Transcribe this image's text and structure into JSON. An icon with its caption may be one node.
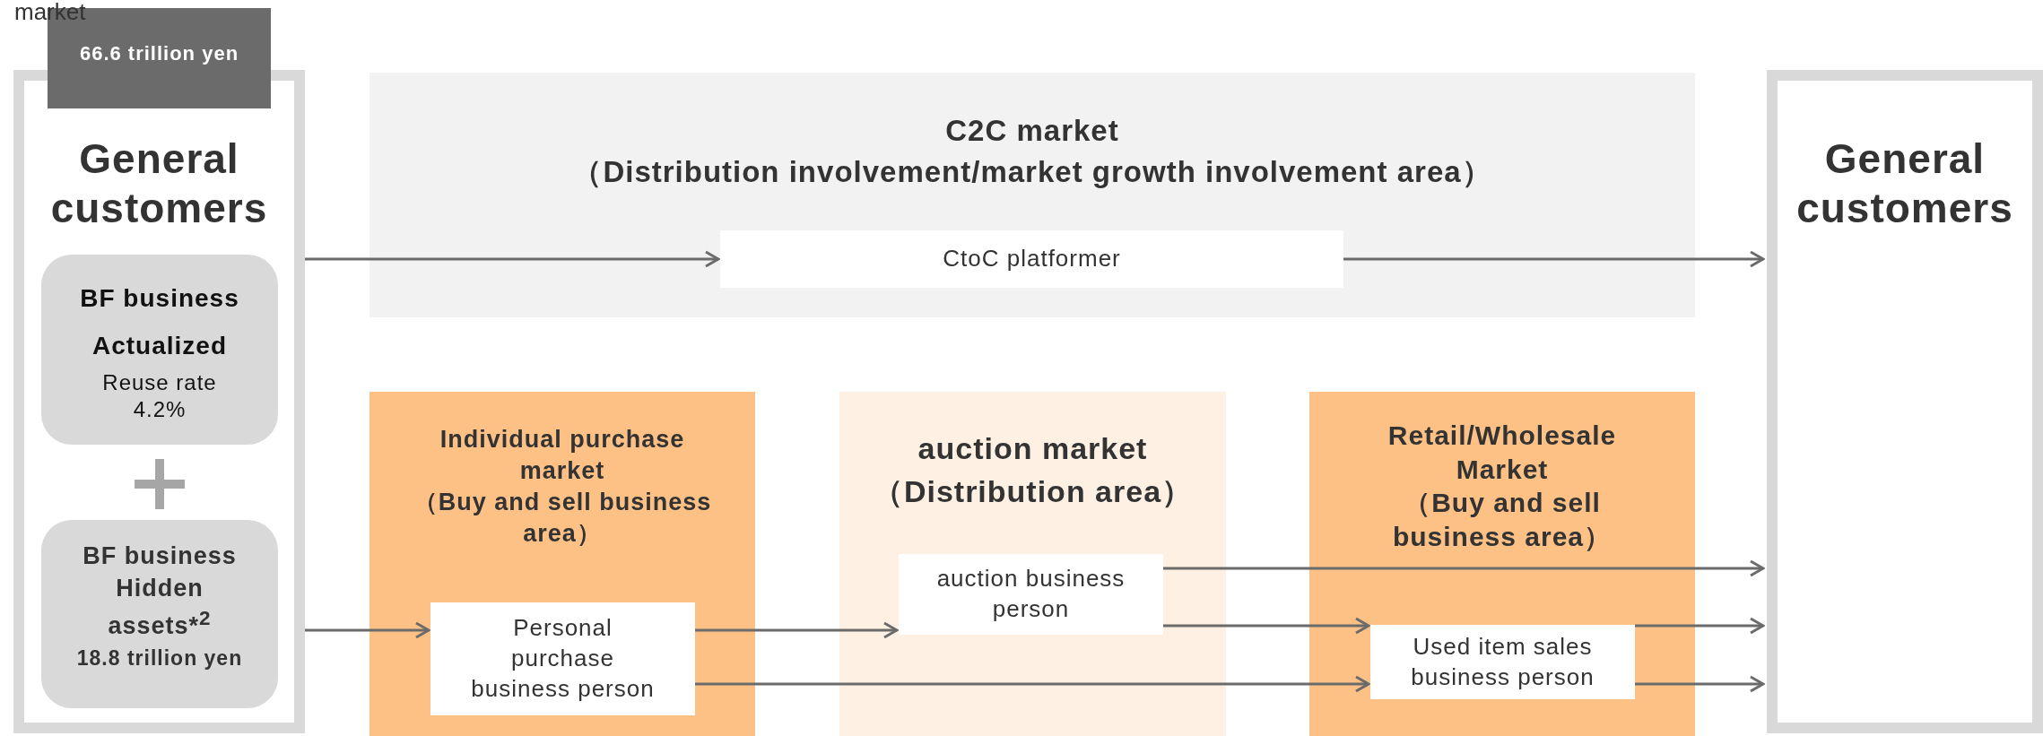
{
  "diagram": {
    "nodes": [
      {
        "text": [
          "66.6 trillion yen"
        ]
      },
      {
        "text": [
          "General customers"
        ]
      },
      {
        "text": [
          "BF business Actualized",
          "Reuse rate 4.2%"
        ],
        "in": 1
      },
      {
        "text": [
          "BF business Hidden assets*$^{2}$",
          "18.8 trillion yen"
        ],
        "in": 1
      },
      {
        "text": [
          "C2C market",
          "（Distribution involvement/market growth involvement area）"
        ]
      },
      {
        "text": [
          "CtoC platformer"
        ],
        "in": 4
      },
      {
        "text": [
          "General customers"
        ]
      },
      {
        "text": [
          "Individual purchase market",
          "（Buy and sell business area）"
        ]
      },
      {
        "text": [
          "Personal purchase business person"
        ],
        "in": 7
      },
      {
        "text": [
          "auction market",
          "（Distribution area）"
        ]
      },
      {
        "text": [
          "auction business person"
        ],
        "in": 9
      },
      {
        "text": [
          "Retail/Wholesale Market",
          "（Buy and sell business area）"
        ]
      },
      {
        "text": [
          "Used item sales business person"
        ],
        "in": 11
      }
    ],
    "edges": [
      {
        "from": 1,
        "to": 5,
        "arrow": "to"
      },
      {
        "from": 5,
        "to": 6,
        "arrow": "to"
      },
      {
        "from": 1,
        "to": 8,
        "arrow": "to"
      },
      {
        "from": 8,
        "to": 10,
        "arrow": "to"
      },
      {
        "from": 8,
        "to": 12,
        "arrow": "to"
      },
      {
        "from": 10,
        "to": 6,
        "arrow": "to"
      },
      {
        "from": 10,
        "to": 12,
        "arrow": "to"
      },
      {
        "from": 12,
        "to": 6,
        "arrow": "to"
      },
      {
        "from": 12,
        "to": 6,
        "arrow": "to"
      }
    ],
    "labels": [
      "market"
    ]
  }
}
